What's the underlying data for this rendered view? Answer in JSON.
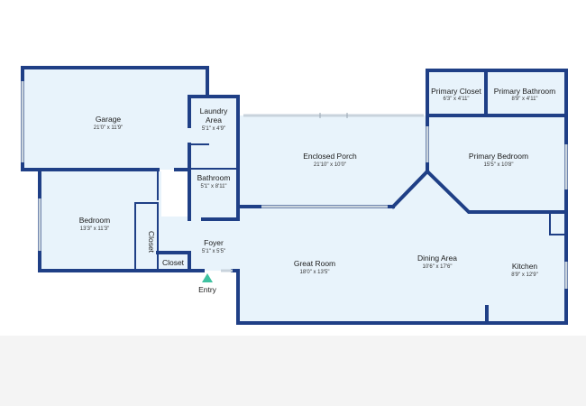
{
  "rooms": {
    "garage": {
      "name": "Garage",
      "dim": "21'0\" x 11'9\""
    },
    "laundry": {
      "name_line1": "Laundry",
      "name_line2": "Area",
      "dim": "5'1\" x 4'9\""
    },
    "bathroom": {
      "name": "Bathroom",
      "dim": "5'1\" x 8'11\""
    },
    "enclosed_porch": {
      "name": "Enclosed Porch",
      "dim": "21'10\" x 10'0\""
    },
    "primary_closet": {
      "name": "Primary Closet",
      "dim": "6'3\" x 4'11\""
    },
    "primary_bathroom": {
      "name": "Primary Bathroom",
      "dim": "8'9\" x 4'11\""
    },
    "primary_bedroom": {
      "name": "Primary Bedroom",
      "dim": "15'5\" x 10'8\""
    },
    "bedroom": {
      "name": "Bedroom",
      "dim": "13'3\" x 11'3\""
    },
    "closet_vertical": {
      "name": "Closet"
    },
    "closet": {
      "name": "Closet"
    },
    "foyer": {
      "name": "Foyer",
      "dim": "5'1\" x 5'5\""
    },
    "great_room": {
      "name": "Great Room",
      "dim": "18'0\" x 13'5\""
    },
    "dining_area": {
      "name": "Dining Area",
      "dim": "10'6\" x 17'6\""
    },
    "kitchen": {
      "name": "Kitchen",
      "dim": "8'9\" x 12'9\""
    }
  },
  "entry": {
    "label": "Entry"
  },
  "colors": {
    "wall": "#1f3f86",
    "floor": "#e8f3fb",
    "entry_marker": "#3fc1a0"
  }
}
